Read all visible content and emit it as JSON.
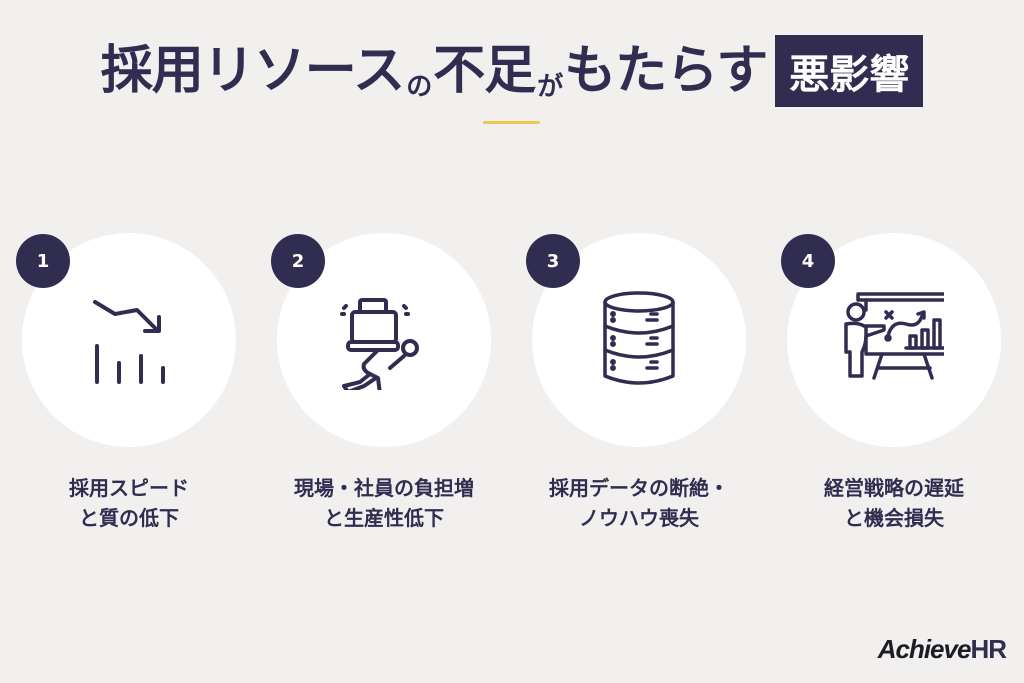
{
  "title": {
    "part1": "採用リソース",
    "part2": "の",
    "part3": "不足",
    "part4": "が",
    "part5": "もたらす",
    "highlight": "悪影響"
  },
  "colors": {
    "navy": "#302d51",
    "background": "#f1f0ef",
    "accent_yellow": "#f1c84b",
    "circle": "#ffffff"
  },
  "items": [
    {
      "number": "1",
      "icon": "declining-chart-icon",
      "line1": "採用スピード",
      "line2": "と質の低下"
    },
    {
      "number": "2",
      "icon": "person-carrying-load-icon",
      "line1": "現場・社員の負担増",
      "line2": "と生産性低下"
    },
    {
      "number": "3",
      "icon": "database-icon",
      "line1": "採用データの断絶・",
      "line2": "ノウハウ喪失"
    },
    {
      "number": "4",
      "icon": "presentation-strategy-icon",
      "line1": "経営戦略の遅延",
      "line2": "と機会損失"
    }
  ],
  "logo": {
    "part1": "Achieve",
    "part2": "HR"
  }
}
